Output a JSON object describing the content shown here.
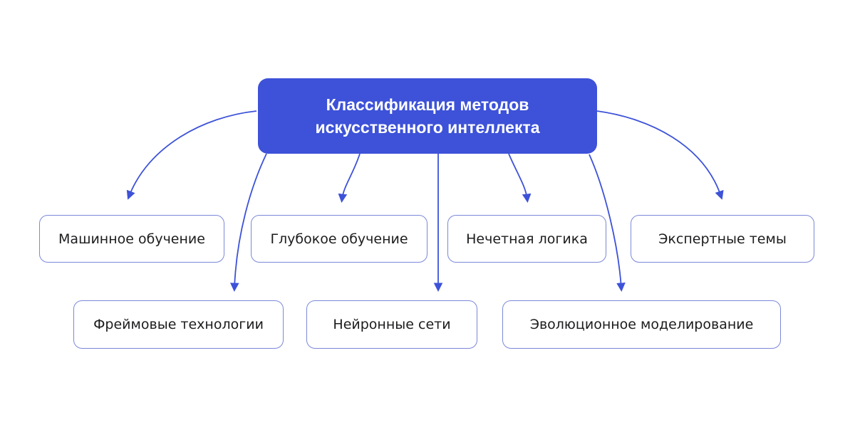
{
  "diagram": {
    "title": "Классификация методов искусственного интеллекта",
    "colors": {
      "accent": "#3d52d8",
      "node_border": "#7b88d8",
      "node_text": "#1c1c1e",
      "title_text": "#ffffff",
      "background": "#ffffff"
    },
    "nodes": [
      {
        "id": "machine-learning",
        "label": "Машинное обучение"
      },
      {
        "id": "deep-learning",
        "label": "Глубокое обучение"
      },
      {
        "id": "fuzzy-logic",
        "label": "Нечетная логика"
      },
      {
        "id": "expert-topics",
        "label": "Экспертные темы"
      },
      {
        "id": "frame-technologies",
        "label": "Фреймовые технологии"
      },
      {
        "id": "neural-networks",
        "label": "Нейронные сети"
      },
      {
        "id": "evolutionary-modeling",
        "label": "Эволюционное моделирование"
      }
    ]
  }
}
